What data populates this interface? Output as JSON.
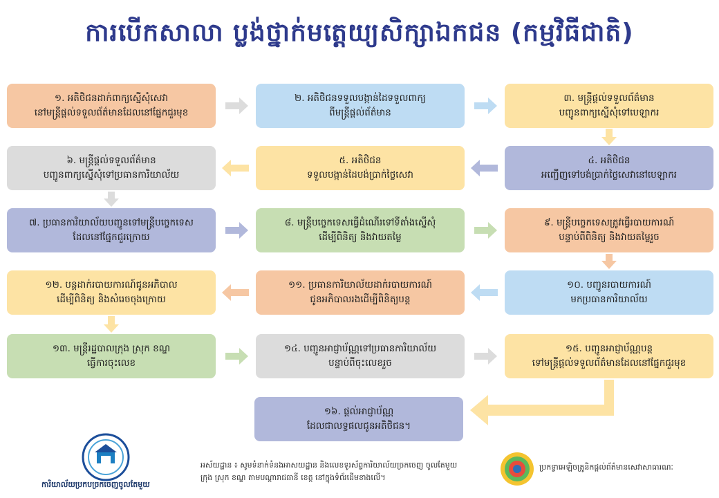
{
  "title": "ការបើកសាលា ប្លង់ថ្នាក់មត្តេយ្យសិក្សាឯកជន (កម្មវិធីជាតិ)",
  "steps": [
    {
      "line1": "១. អតិថិជនដាក់ពាក្យស្នើសុំសេវា",
      "line2": "នៅមន្ត្រីផ្តល់ទទួលព័ត៌មានដែលនៅផ្នែកជួរមុខ"
    },
    {
      "line1": "២. អតិថិជនទទួលបង្កាន់ដៃទទួលពាក្យ",
      "line2": "ពីមន្ត្រីផ្តល់ព័ត៌មាន"
    },
    {
      "line1": "៣. មន្ត្រីផ្តល់ទទួលព័ត៌មាន",
      "line2": "បញ្ជូនពាក្យស្នើសុំទៅបេឡាករ"
    },
    {
      "line1": "៤. អតិថិជន",
      "line2": "អញ្ជើញទៅបង់ប្រាក់ថ្លៃសេវានៅបេឡាករ"
    },
    {
      "line1": "៥. អតិថិជន",
      "line2": "ទទួលបង្កាន់ដៃបង់ប្រាក់ថ្លៃសេវា"
    },
    {
      "line1": "៦. មន្ត្រីផ្តល់ទទួលព័ត៌មាន",
      "line2": "បញ្ជូនពាក្យស្នើសុំទៅប្រធានការិយាល័យ"
    },
    {
      "line1": "៧. ប្រធានការិយាល័យបញ្ជូនទៅមន្ត្រីបច្ចេកទេស",
      "line2": "ដែលនៅផ្នែកជួរក្រោយ"
    },
    {
      "line1": "៨. មន្ត្រីបច្ចេកទេសធ្វើដំណើរទៅទីតាំងស្នើសុំ",
      "line2": "ដើម្បីពិនិត្យ និងវាយតម្លៃ"
    },
    {
      "line1": "៩. មន្ត្រីបច្ចេកទេសត្រូវធ្វើរបាយការណ៍",
      "line2": "បន្ទាប់ពីពិនិត្យ និងវាយតម្លៃរួច"
    },
    {
      "line1": "១០. បញ្ជូនរបាយការណ៍",
      "line2": "មកប្រធានការិយាល័យ"
    },
    {
      "line1": "១១. ប្រធានការិយាល័យដាក់របាយការណ៍",
      "line2": "ជូនអភិបាលរងដើម្បីពិនិត្យបន្ត"
    },
    {
      "line1": "១២. បន្តដាក់របាយការណ៍ជូនអភិបាល",
      "line2": "ដើម្បីពិនិត្យ និងសំរេចចុងក្រោយ"
    },
    {
      "line1": "១៣. មន្ត្រីរដ្ឋបាលក្រុង ស្រុក ខណ្ឌ",
      "line2": "ធ្វើការចុះលេខ"
    },
    {
      "line1": "១៤. បញ្ជូនអាជ្ញាប័ណ្ណទៅប្រធានការិយាល័យ",
      "line2": "បន្ទាប់ពីចុះលេខរួច"
    },
    {
      "line1": "១៥. បញ្ជូនអាជ្ញាប័ណ្ណបន្ត",
      "line2": "ទៅមន្ត្រីផ្តល់ទទួលព័ត៌មានដែលនៅផ្នែកជួរមុខ"
    },
    {
      "line1": "១៦. ផ្តល់អាជ្ញាប័ណ្ណ",
      "line2": "ដែលជាលទ្ធផលជូនអតិថិជន។"
    }
  ],
  "colors": {
    "title": "#2e3a8c",
    "orange": "#f6c7a3",
    "blue": "#bedcf3",
    "yellow": "#fde3a4",
    "gray": "#dcdcdc",
    "purple": "#b1b8db",
    "green": "#c7deb3"
  },
  "footer": {
    "left_logo_label": "ការិយាល័យប្រកបច្រកចេញចូលតែមួយ",
    "note_line1": "អស័យដ្ឋាន ៖ សូមទំនាក់ទំនងអាសយដ្ឋាន និងលេខទូរស័ព្ទការិយាល័យច្រកចេញ ចូលតែមួយ",
    "note_line2": "ក្រុង ស្រុក ខណ្ឌ តាមបណ្តារាជធានី ខេត្ត នៅក្នុងទំព័រដើមខាងលើ។",
    "right_caption": "ប្រកទ្វាអេឡិចត្រូនិកផ្តល់ព័ត៌មានសេវាសាធារណៈ"
  }
}
